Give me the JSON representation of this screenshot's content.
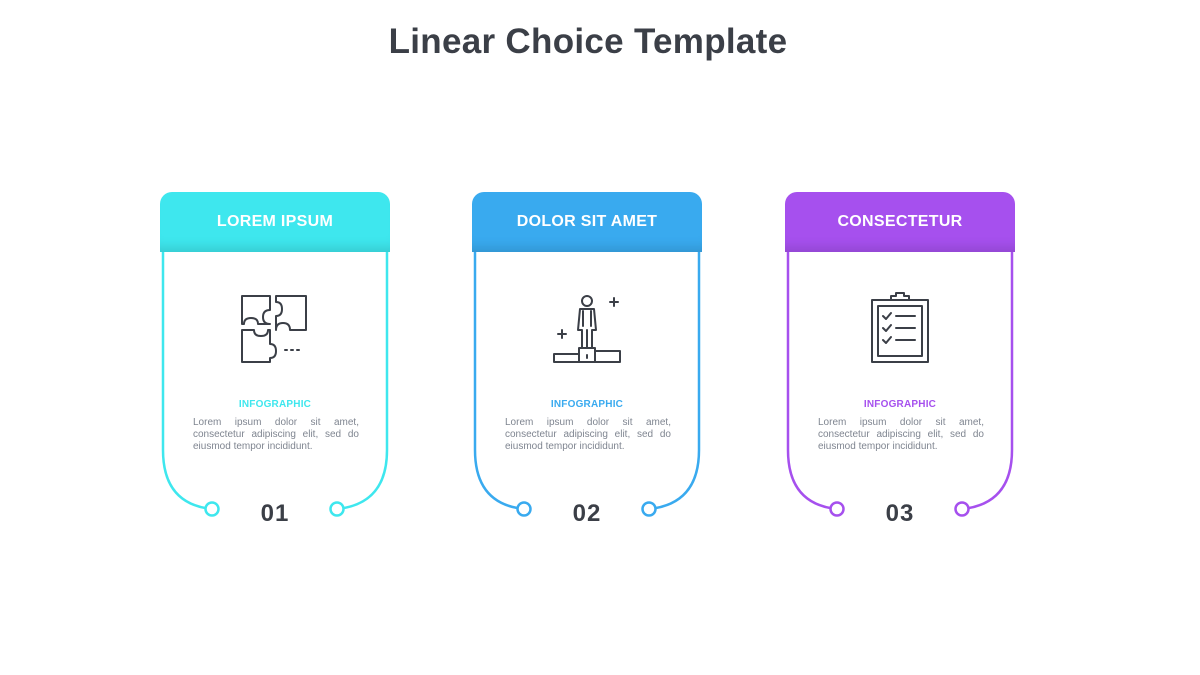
{
  "title": "Linear Choice Template",
  "cards": [
    {
      "heading": "LOREM IPSUM",
      "label": "INFOGRAPHIC",
      "description": "Lorem ipsum dolor sit amet, consectetur adipiscing elit, sed do eiusmod tempor incididunt.",
      "number": "01",
      "color": "#3ee7ee",
      "icon": "puzzle-icon"
    },
    {
      "heading": "DOLOR SIT AMET",
      "label": "INFOGRAPHIC",
      "description": "Lorem ipsum dolor sit amet, consectetur adipiscing elit, sed do eiusmod tempor incididunt.",
      "number": "02",
      "color": "#39aaef",
      "icon": "person-on-podium-icon"
    },
    {
      "heading": "CONSECTETUR",
      "label": "INFOGRAPHIC",
      "description": "Lorem ipsum dolor sit amet, consectetur adipiscing elit, sed do eiusmod tempor incididunt.",
      "number": "03",
      "color": "#a650ee",
      "icon": "clipboard-checklist-icon"
    }
  ]
}
